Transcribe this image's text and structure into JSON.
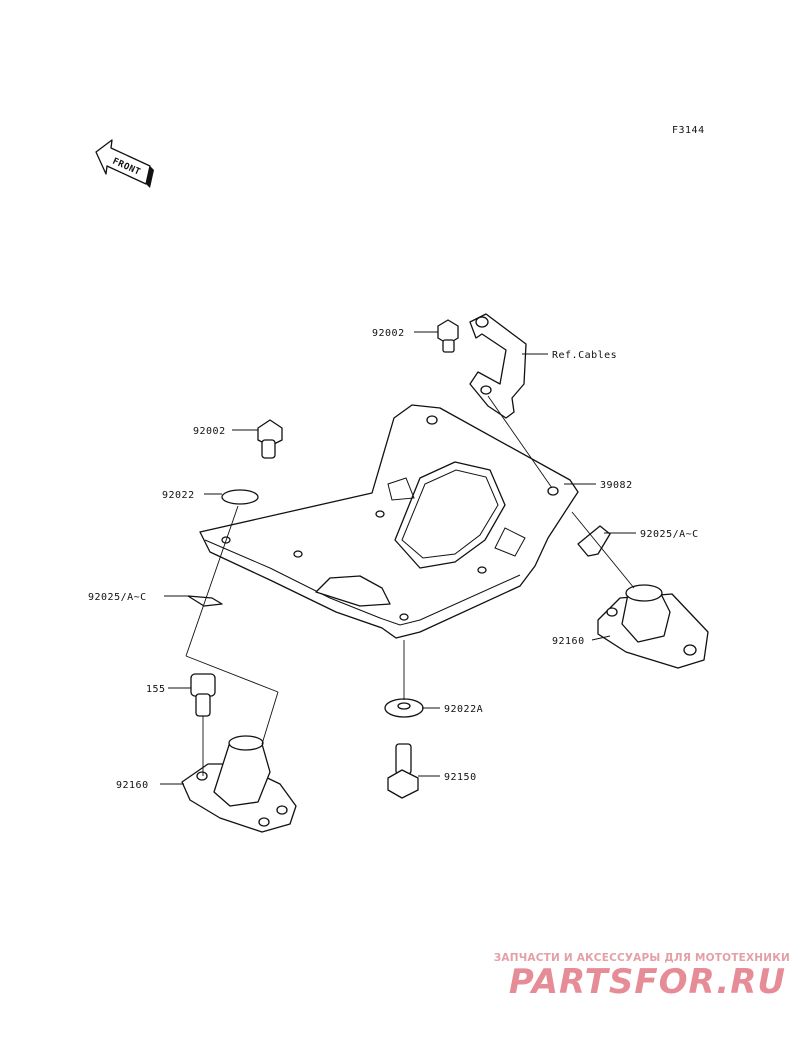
{
  "figure_code": "F3144",
  "front_label": "FRONT",
  "parts": [
    {
      "id": "92002_top",
      "number": "92002"
    },
    {
      "id": "ref_cables",
      "number": "Ref.Cables"
    },
    {
      "id": "92002_left",
      "number": "92002"
    },
    {
      "id": "39082",
      "number": "39082"
    },
    {
      "id": "92022",
      "number": "92022"
    },
    {
      "id": "92025_right",
      "number": "92025/A~C"
    },
    {
      "id": "92025_left",
      "number": "92025/A~C"
    },
    {
      "id": "92160_right",
      "number": "92160"
    },
    {
      "id": "155",
      "number": "155"
    },
    {
      "id": "92022A",
      "number": "92022A"
    },
    {
      "id": "92150",
      "number": "92150"
    },
    {
      "id": "92160_left",
      "number": "92160"
    }
  ],
  "watermark": {
    "tagline": "ЗАПЧАСТИ И АКСЕССУАРЫ ДЛЯ МОТОТЕХНИКИ",
    "logo": "PARTSFOR.RU",
    "color": "#e58c96"
  }
}
